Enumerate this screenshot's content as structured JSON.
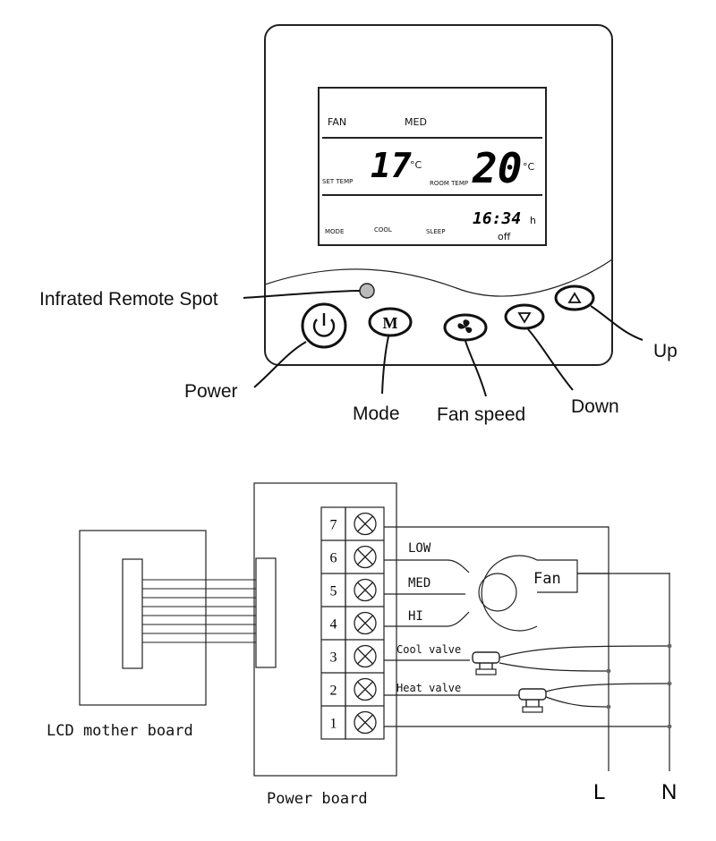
{
  "thermostat": {
    "lcd": {
      "fan_label": "FAN",
      "fan_value": "MED",
      "set_temp": "17",
      "set_temp_unit": "°C",
      "set_temp_label": "SET TEMP",
      "room_temp": "20",
      "room_temp_unit": "°C",
      "room_temp_label": "ROOM TEMP",
      "mode_label": "MODE",
      "mode_value": "COOL",
      "sleep_label": "SLEEP",
      "time": "16:34",
      "time_unit": "h",
      "timer_state": "off"
    },
    "callouts": {
      "ir_spot": "Infrated Remote Spot",
      "power": "Power",
      "mode": "Mode",
      "fan_speed": "Fan speed",
      "down": "Down",
      "up": "Up"
    },
    "button_glyphs": {
      "mode": "M"
    }
  },
  "wiring": {
    "lcd_board_label": "LCD mother board",
    "power_board_label": "Power board",
    "terminals": [
      "7",
      "6",
      "5",
      "4",
      "3",
      "2",
      "1"
    ],
    "fan_label": "Fan",
    "fan_speeds": {
      "low": "LOW",
      "med": "MED",
      "hi": "HI"
    },
    "cool_valve": "Cool valve",
    "heat_valve": "Heat valve",
    "line_L": "L",
    "line_N": "N"
  }
}
